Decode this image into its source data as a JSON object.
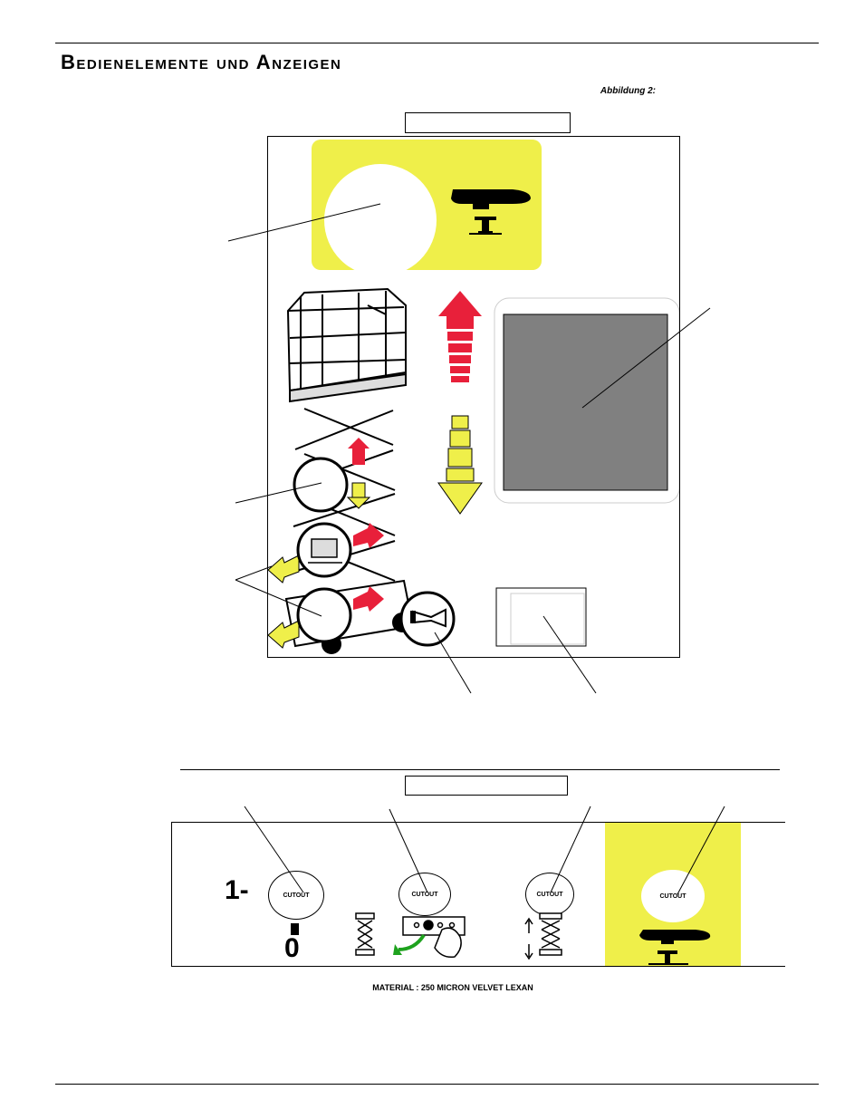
{
  "page": {
    "title": "Bedienelemente und Anzeigen",
    "figure_label": "Abbildung 2:"
  },
  "control_panel_2": {
    "cutout_labels": [
      "CUTOUT",
      "CUTOUT",
      "CUTOUT",
      "CUTOUT"
    ],
    "key_switch_top": "1-",
    "key_switch_bottom": "0",
    "material": "MATERIAL : 250 MICRON VELVET LEXAN"
  },
  "colors": {
    "yellow": "#efef4a",
    "red_arrow": "#e8203a",
    "display_gray": "#808080"
  },
  "icons": [
    "pointing-hand-icon",
    "push-button-icon",
    "scissor-lift-icon",
    "up-arrow-icon",
    "down-arrow-icon",
    "horn-icon",
    "drive-arrow-icon"
  ]
}
